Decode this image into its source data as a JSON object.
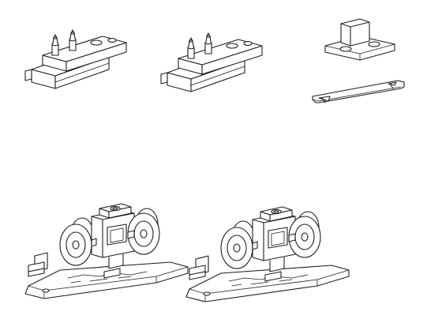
{
  "figure": {
    "background": "#ffffff",
    "line_color": "#1f1f1f",
    "parts": [
      {
        "id": "guide-block-1",
        "icon": "guide-block-with-pins"
      },
      {
        "id": "guide-block-2",
        "icon": "guide-block-with-pins"
      },
      {
        "id": "floor-guide",
        "icon": "floor-guide-with-fin"
      },
      {
        "id": "spanner",
        "icon": "flat-spanner"
      },
      {
        "id": "trolley-1",
        "icon": "four-wheel-roller-trolley"
      },
      {
        "id": "trolley-2",
        "icon": "four-wheel-roller-trolley"
      }
    ]
  }
}
